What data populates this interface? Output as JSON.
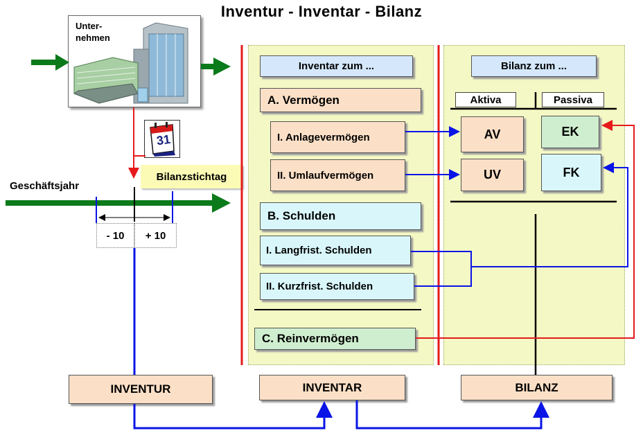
{
  "title": "Inventur  -  Inventar  -  Bilanz",
  "company": {
    "label_line1": "Unter-",
    "label_line2": "nehmen",
    "icon": "building-icon"
  },
  "calendar": {
    "icon": "calendar-icon",
    "day": "31"
  },
  "timeline": {
    "label": "Geschäftsjahr",
    "stichtag": "Bilanzstichtag",
    "minus": "- 10",
    "plus": "+ 10"
  },
  "inventar": {
    "header": "Inventar zum ...",
    "a": "A. Vermögen",
    "a1": "I. Anlagevermögen",
    "a2": "II. Umlaufvermögen",
    "b": "B. Schulden",
    "b1": "I. Langfrist. Schulden",
    "b2": "II. Kurzfrist. Schulden",
    "c": "C. Reinvermögen"
  },
  "bilanz": {
    "header": "Bilanz zum ...",
    "aktiva": "Aktiva",
    "passiva": "Passiva",
    "av": "AV",
    "uv": "UV",
    "ek": "EK",
    "fk": "FK"
  },
  "bottom": {
    "inventur": "INVENTUR",
    "inventar": "INVENTAR",
    "bilanz": "BILANZ"
  },
  "colors": {
    "arrow_green": "#0b7a1b",
    "line_blue": "#0a14e6",
    "line_red": "#e61a1a",
    "panel_bg": "#f4f8c4",
    "stichtag_bg": "#fbfbb6"
  }
}
